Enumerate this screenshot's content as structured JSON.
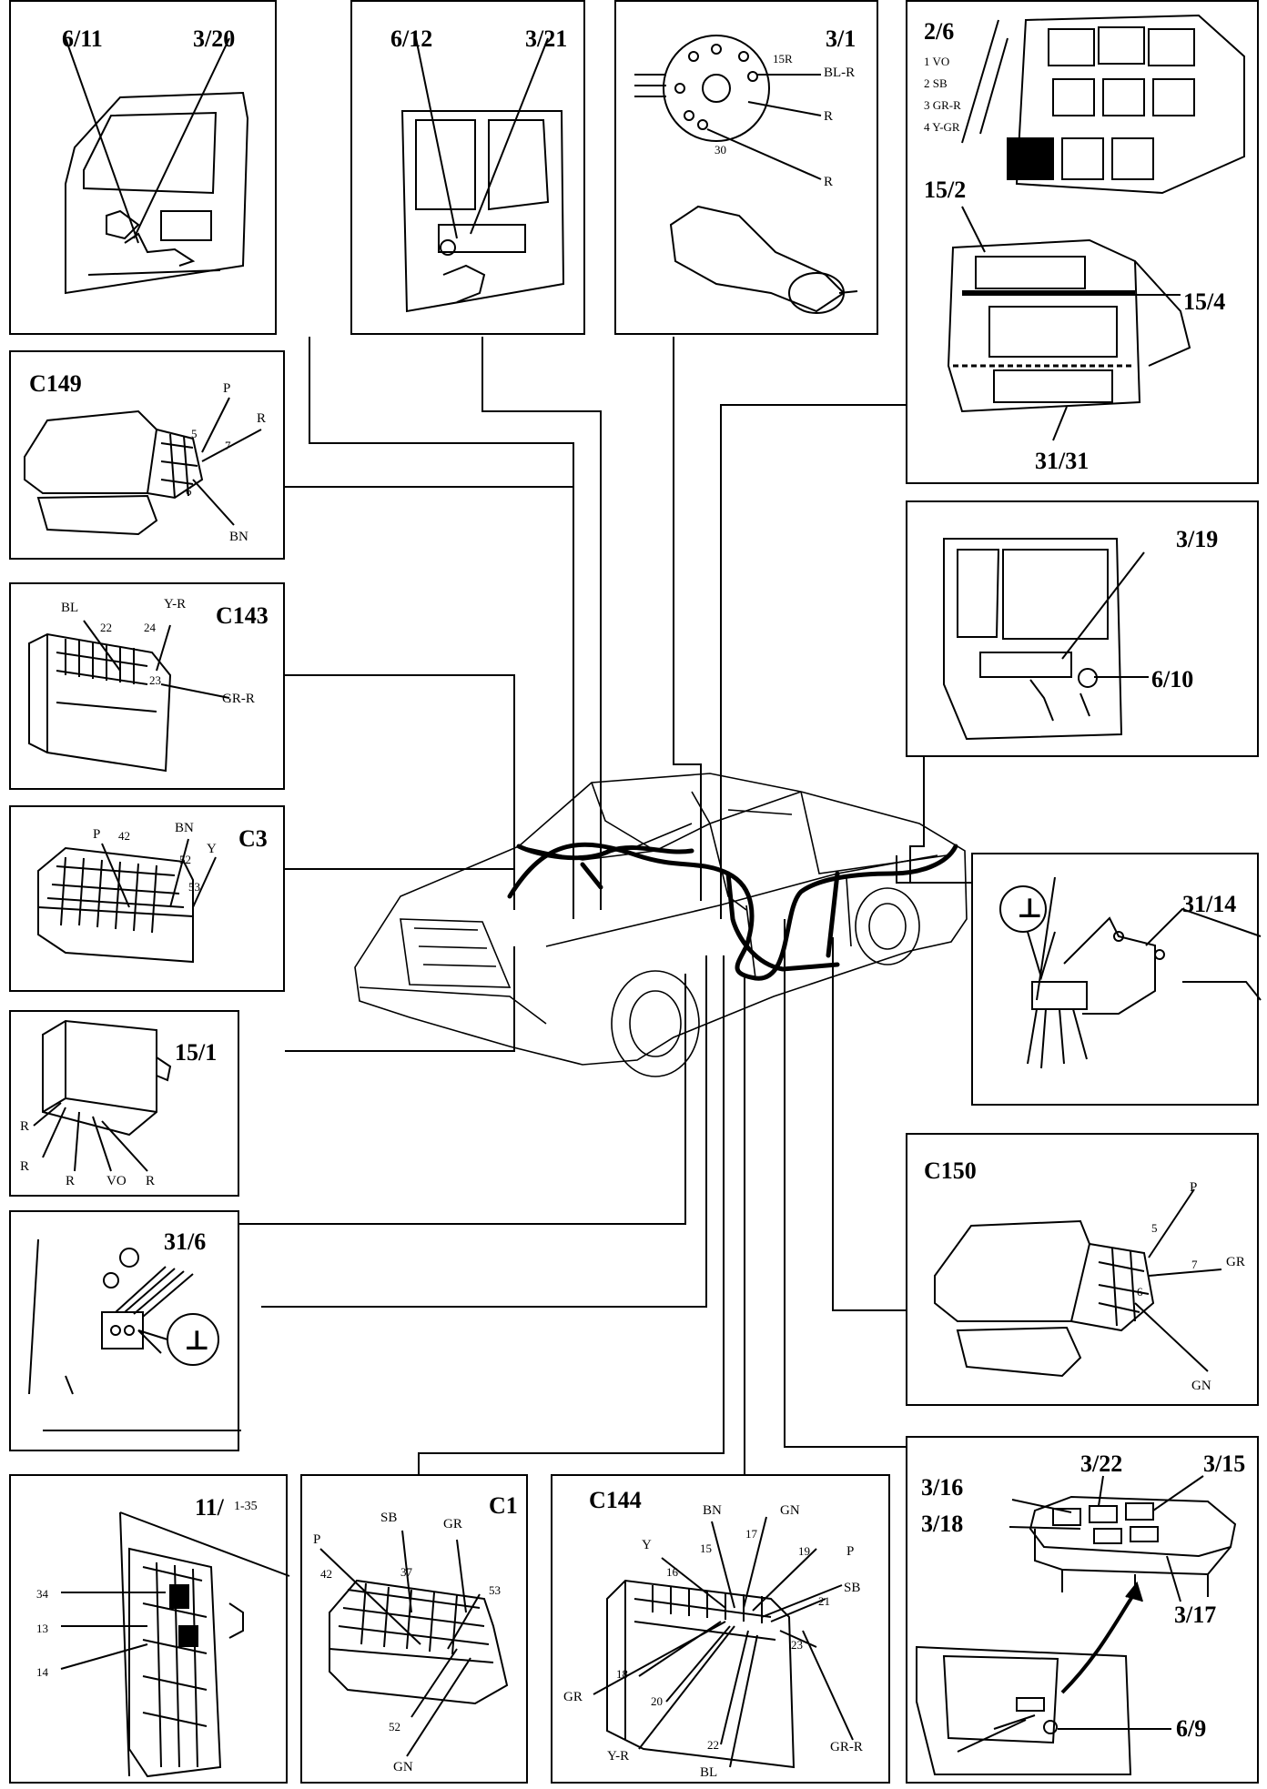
{
  "panels": {
    "p6_11": {
      "ids": [
        "6/11",
        "3/20"
      ]
    },
    "p6_12": {
      "ids": [
        "6/12",
        "3/21"
      ]
    },
    "p3_1": {
      "id": "3/1",
      "labels": [
        "15R",
        "BL-R",
        "R",
        "30",
        "R"
      ]
    },
    "p2_6": {
      "id": "2/6",
      "list": [
        "1 VO",
        "2 SB",
        "3 GR-R",
        "4 Y-GR"
      ],
      "ids": [
        "15/2",
        "15/4",
        "31/31"
      ]
    },
    "c149": {
      "id": "C149",
      "labels": [
        "P",
        "R",
        "5",
        "7",
        "6",
        "BN"
      ]
    },
    "p3_19": {
      "ids": [
        "3/19",
        "6/10"
      ]
    },
    "c143": {
      "id": "C143",
      "labels": [
        "BL",
        "Y-R",
        "22",
        "24",
        "23",
        "GR-R"
      ]
    },
    "c3": {
      "id": "C3",
      "labels": [
        "P",
        "42",
        "BN",
        "Y",
        "52",
        "53"
      ]
    },
    "p31_14": {
      "id": "31/14",
      "symbol": "⊥"
    },
    "p15_1": {
      "id": "15/1",
      "labels": [
        "R",
        "R",
        "R",
        "VO",
        "R"
      ]
    },
    "c150": {
      "id": "C150",
      "labels": [
        "P",
        "5",
        "7",
        "GR",
        "6",
        "GN"
      ]
    },
    "p31_6": {
      "id": "31/6",
      "symbol": "⊥"
    },
    "p11": {
      "id": "11/",
      "sub": "1-35",
      "labels": [
        "34",
        "13",
        "14"
      ]
    },
    "c1": {
      "id": "C1",
      "labels": [
        "P",
        "SB",
        "GR",
        "42",
        "37",
        "53",
        "52",
        "GN"
      ]
    },
    "c144": {
      "id": "C144",
      "labels": [
        "BN",
        "GN",
        "Y",
        "15",
        "17",
        "19",
        "P",
        "16",
        "SB",
        "21",
        "18",
        "23",
        "GR",
        "20",
        "Y-R",
        "22",
        "BL",
        "GR-R"
      ]
    },
    "p3_16": {
      "ids": [
        "3/22",
        "3/15",
        "3/16",
        "3/18",
        "3/17",
        "6/9"
      ]
    }
  }
}
